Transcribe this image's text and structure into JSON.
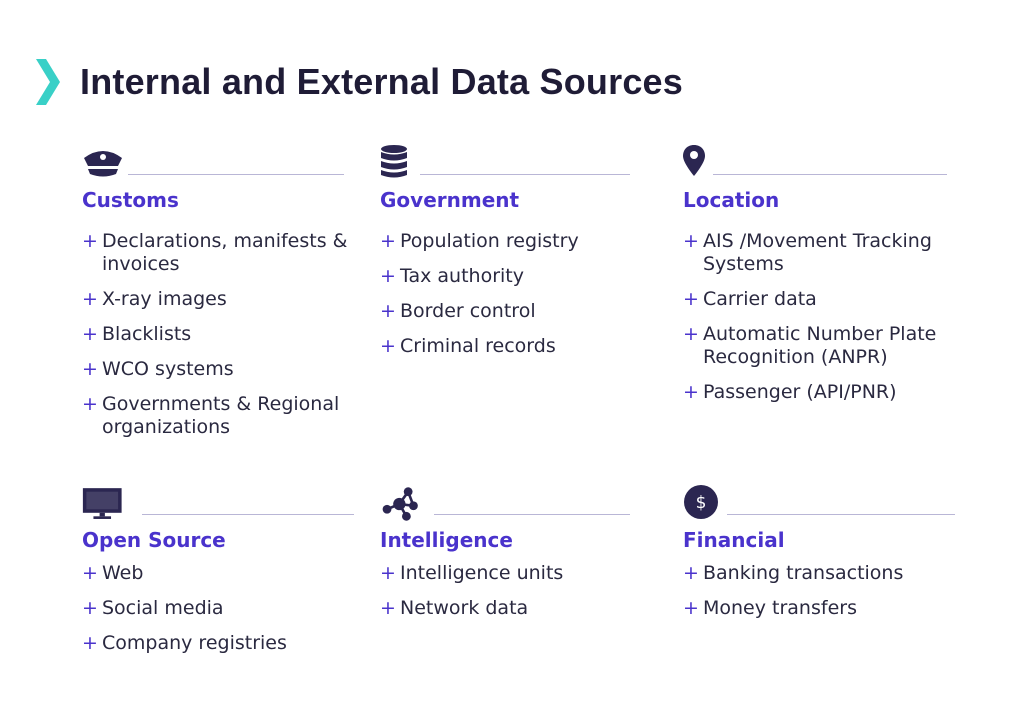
{
  "title": "Internal and External Data Sources",
  "colors": {
    "accent": "#4a33cc",
    "chevron": "#39d0c7",
    "icon": "#2b2651",
    "text": "#2a2940"
  },
  "sections": [
    {
      "id": "customs",
      "icon": "police-cap-icon",
      "title": "Customs",
      "items": [
        "Declarations, manifests & invoices",
        "X-ray images",
        "Blacklists",
        "WCO systems",
        "Governments & Regional organizations"
      ]
    },
    {
      "id": "government",
      "icon": "database-icon",
      "title": "Government",
      "items": [
        "Population registry",
        "Tax authority",
        "Border control",
        "Criminal records"
      ]
    },
    {
      "id": "location",
      "icon": "map-pin-icon",
      "title": "Location",
      "items": [
        "AIS /Movement Tracking Systems",
        "Carrier data",
        "Automatic Number Plate Recognition (ANPR)",
        "Passenger (API/PNR)"
      ]
    },
    {
      "id": "opensource",
      "icon": "monitor-icon",
      "title": "Open Source",
      "items": [
        "Web",
        "Social media",
        "Company registries"
      ]
    },
    {
      "id": "intelligence",
      "icon": "network-icon",
      "title": "Intelligence",
      "items": [
        "Intelligence units",
        "Network data"
      ]
    },
    {
      "id": "financial",
      "icon": "dollar-coin-icon",
      "title": "Financial",
      "items": [
        "Banking transactions",
        "Money transfers"
      ],
      "icon_glyph": "$"
    }
  ]
}
